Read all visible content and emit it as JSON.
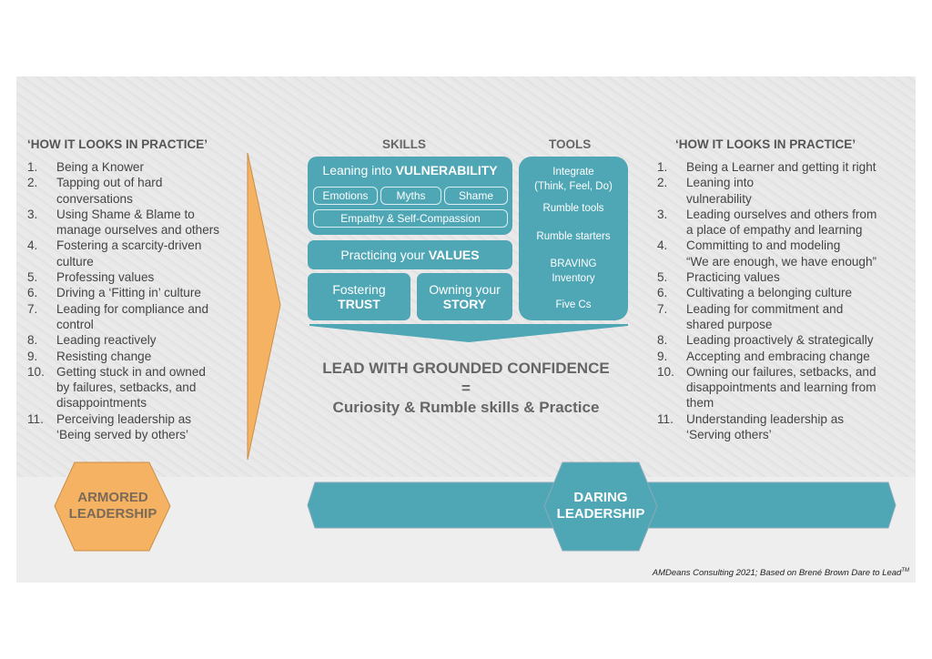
{
  "left": {
    "heading": "‘HOW IT LOOKS IN PRACTICE’",
    "items": [
      "Being a Knower",
      "Tapping out of hard\nconversations",
      "Using Shame & Blame to\nmanage ourselves and others",
      "Fostering a scarcity-driven\nculture",
      "Professing values",
      "Driving a ‘Fitting in’ culture",
      "Leading for compliance and\ncontrol",
      "Leading reactively",
      "Resisting change",
      "Getting stuck in and owned\nby failures, setbacks, and\ndisappointments",
      "Perceiving leadership as\n‘Being served by others’"
    ]
  },
  "right": {
    "heading": "‘HOW IT LOOKS IN PRACTICE’",
    "items": [
      "Being a Learner and getting it right",
      "Leaning into\nvulnerability",
      "Leading ourselves and others from\na place of empathy and learning",
      "Committing to and modeling\n“We are enough, we have enough”",
      "Practicing values",
      "Cultivating a belonging culture",
      "Leading for commitment and\nshared purpose",
      "Leading proactively & strategically",
      "Accepting and embracing change",
      "Owning our failures, setbacks, and\ndisappointments and learning from\nthem",
      "Understanding leadership as\n‘Serving others’"
    ]
  },
  "skills": {
    "heading": "SKILLS",
    "vuln_pre": "Leaning into ",
    "vuln_bold": "VULNERABILITY",
    "emotions": "Emotions",
    "myths": "Myths",
    "shame": "Shame",
    "empathy": "Empathy & Self-Compassion",
    "values_pre": "Practicing your ",
    "values_bold": "VALUES",
    "trust_pre": "Fostering",
    "trust_bold": "TRUST",
    "story_pre": "Owning your",
    "story_bold": "STORY"
  },
  "tools": {
    "heading": "TOOLS",
    "items": [
      "Integrate\n(Think, Feel, Do)",
      "Rumble tools",
      "Rumble starters",
      "BRAVING\nInventory",
      "Five Cs"
    ]
  },
  "formula": {
    "line1": "LEAD WITH GROUNDED CONFIDENCE",
    "eq": "=",
    "line2": "Curiosity & Rumble skills & Practice"
  },
  "armored": "ARMORED\nLEADERSHIP",
  "daring": "DARING\nLEADERSHIP",
  "footer": "AMDeans Consulting 2021; Based on Brené Brown Dare to Lead",
  "footer_tm": "TM",
  "colors": {
    "teal": "#4fa7b6",
    "orange": "#f5b262"
  }
}
